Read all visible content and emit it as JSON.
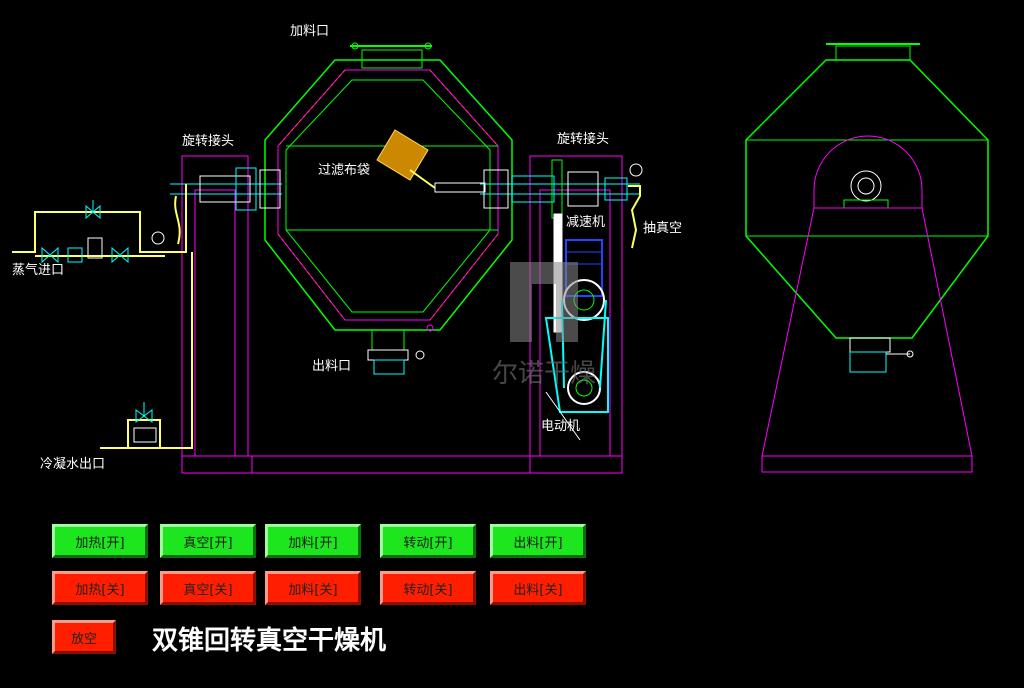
{
  "labels": {
    "feed_inlet": "加料口",
    "rotary_joint_left": "旋转接头",
    "rotary_joint_right": "旋转接头",
    "filter_bag": "过滤布袋",
    "reducer": "减速机",
    "vacuum": "抽真空",
    "steam_inlet": "蒸气进口",
    "discharge": "出料口",
    "motor": "电动机",
    "condensate_outlet": "冷凝水出口"
  },
  "watermark": {
    "logo": "n",
    "text": "尔诺干燥"
  },
  "buttons_on": [
    "加热[开]",
    "真空[开]",
    "加料[开]",
    "转动[开]",
    "出料[开]"
  ],
  "buttons_off": [
    "加热[关]",
    "真空[关]",
    "加料[关]",
    "转动[关]",
    "出料[关]"
  ],
  "vent_button": "放空",
  "title": "双锥回转真空干燥机",
  "colors": {
    "on_button": "#1ee61e",
    "off_button": "#ff1e00",
    "vessel_outline": "#00ff00",
    "frame": "#ff00ff",
    "pipe": "#ffff66",
    "shaft": "#00ffff",
    "motor": "#2244ff"
  }
}
